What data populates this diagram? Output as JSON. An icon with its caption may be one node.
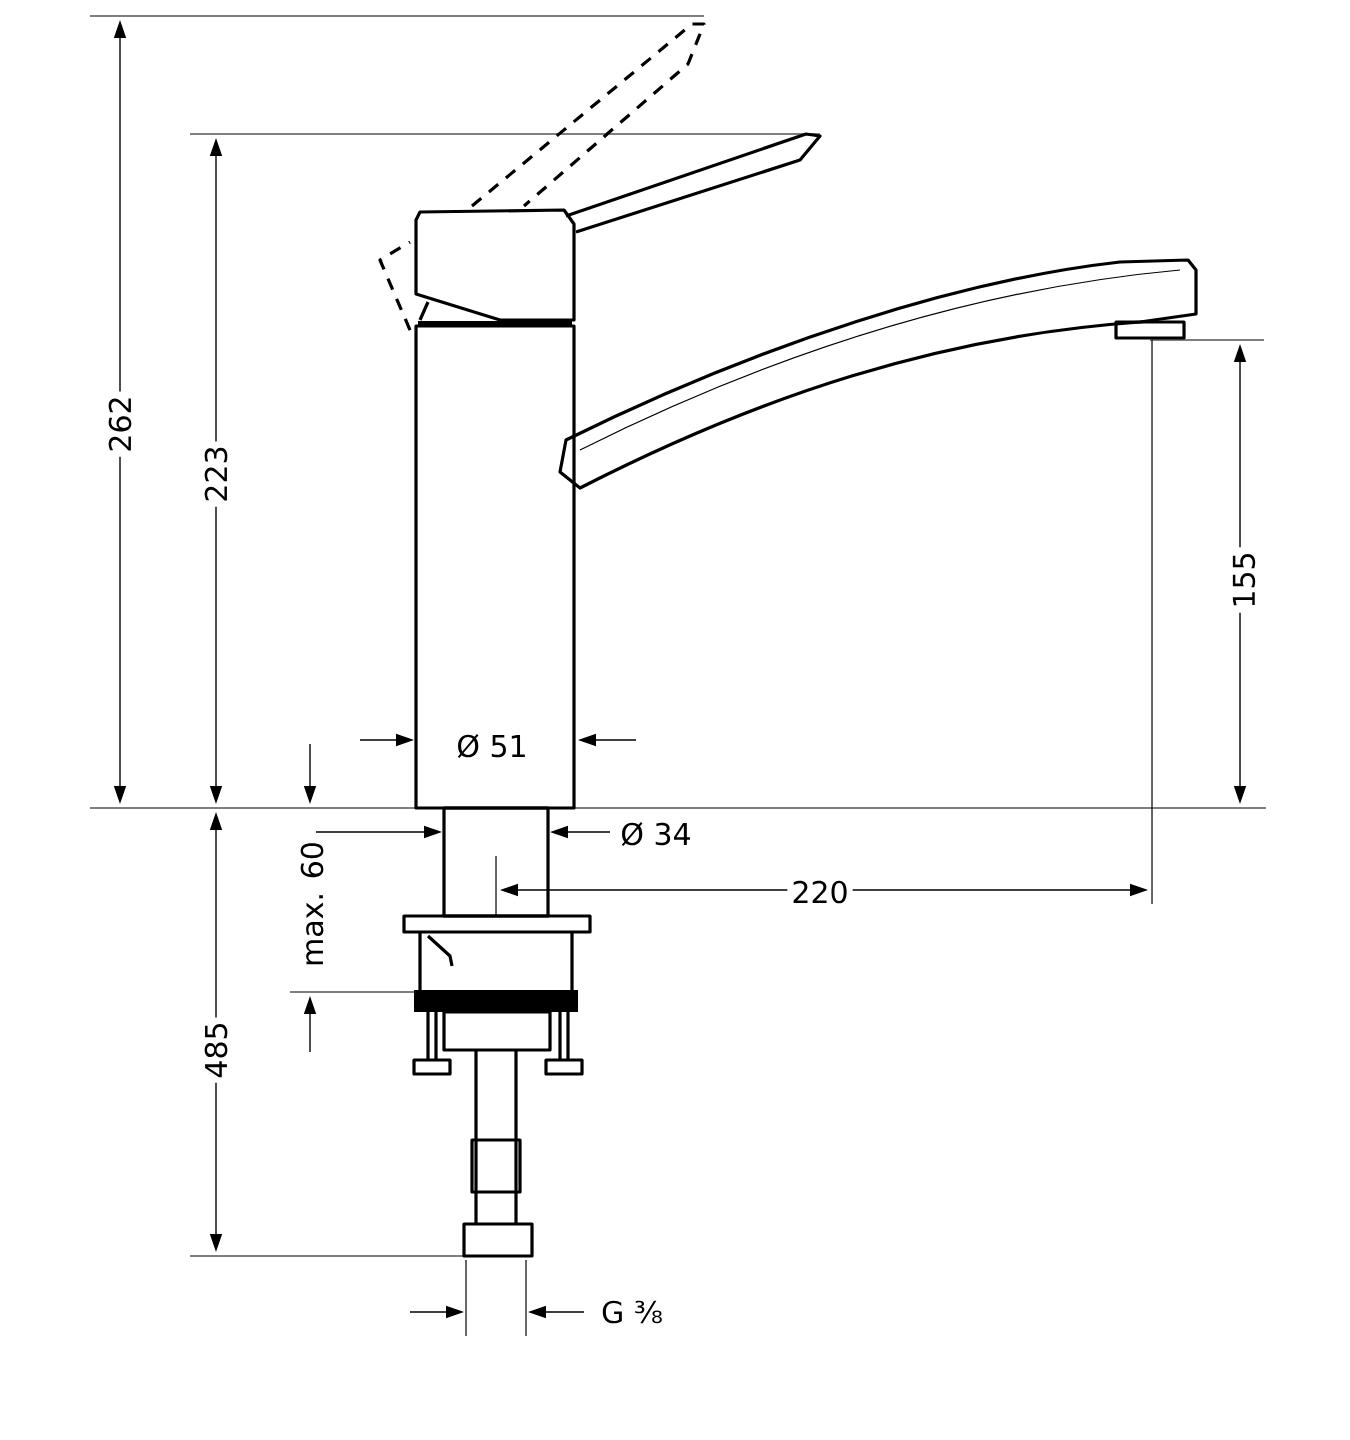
{
  "diagram": {
    "labels": [
      "262",
      "223",
      "155",
      "Ø 51",
      "Ø 34",
      "220",
      "max. 60",
      "485",
      "G ⅜"
    ]
  }
}
